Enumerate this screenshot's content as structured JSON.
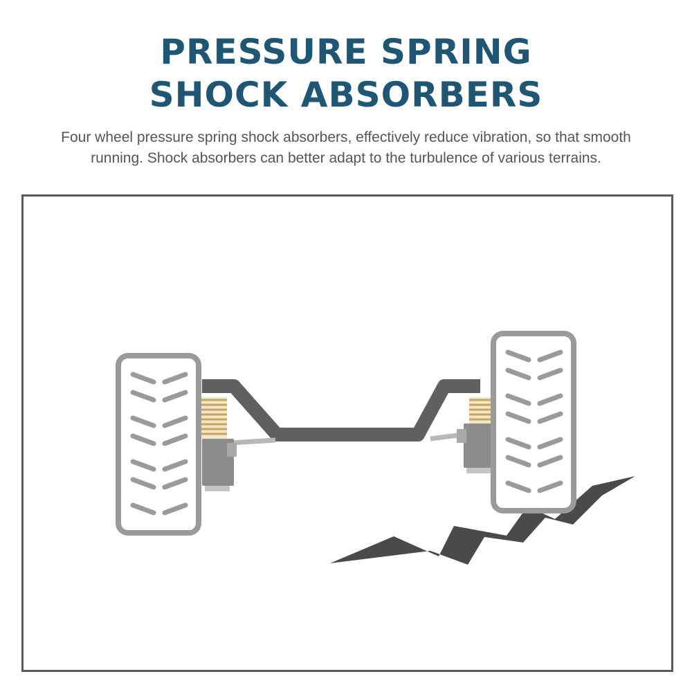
{
  "header": {
    "title_line1": "PRESSURE SPRING",
    "title_line2": "SHOCK ABSORBERS",
    "description_line1": "Four wheel pressure spring shock absorbers, effectively reduce vibration, so that smooth",
    "description_line2": "running. Shock absorbers can better adapt to the turbulence of various terrains."
  },
  "illustration": {
    "colors": {
      "heading": "#1f5673",
      "frame": "#5a5a5a",
      "axle": "#606060",
      "wheel_outline": "#9a9a9a",
      "tread": "#9a9a9a",
      "spring": "#e2c48a",
      "damper": "#8c8c8c",
      "terrain": "#4a4a4a"
    },
    "icons": [
      "wheel-icon",
      "spring-icon",
      "damper-icon",
      "axle-icon",
      "terrain-crack-icon"
    ]
  }
}
